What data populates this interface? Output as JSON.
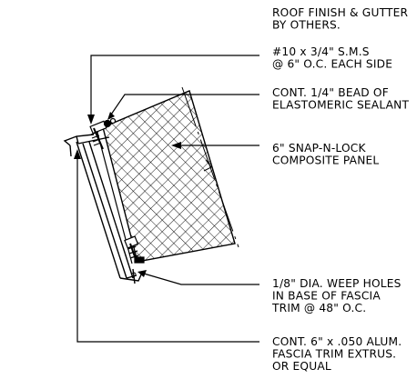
{
  "notes": [
    {
      "lines": [
        "ROOF FINISH & GUTTER",
        "BY OTHERS."
      ]
    },
    {
      "lines": [
        "#10 x 3/4\" S.M.S",
        "@ 6\" O.C. EACH SIDE"
      ]
    },
    {
      "lines": [
        "CONT. 1/4\" BEAD OF",
        "ELASTOMERIC SEALANT"
      ]
    },
    {
      "lines": [
        "6\" SNAP-N-LOCK",
        "COMPOSITE PANEL"
      ]
    },
    {
      "lines": [
        "1/8\" DIA. WEEP HOLES",
        "IN BASE OF FASCIA",
        "TRIM @ 48\" O.C."
      ]
    },
    {
      "lines": [
        "CONT. 6\" x .050 ALUM.",
        "FASCIA TRIM EXTRUS.",
        "OR EQUAL"
      ]
    }
  ]
}
